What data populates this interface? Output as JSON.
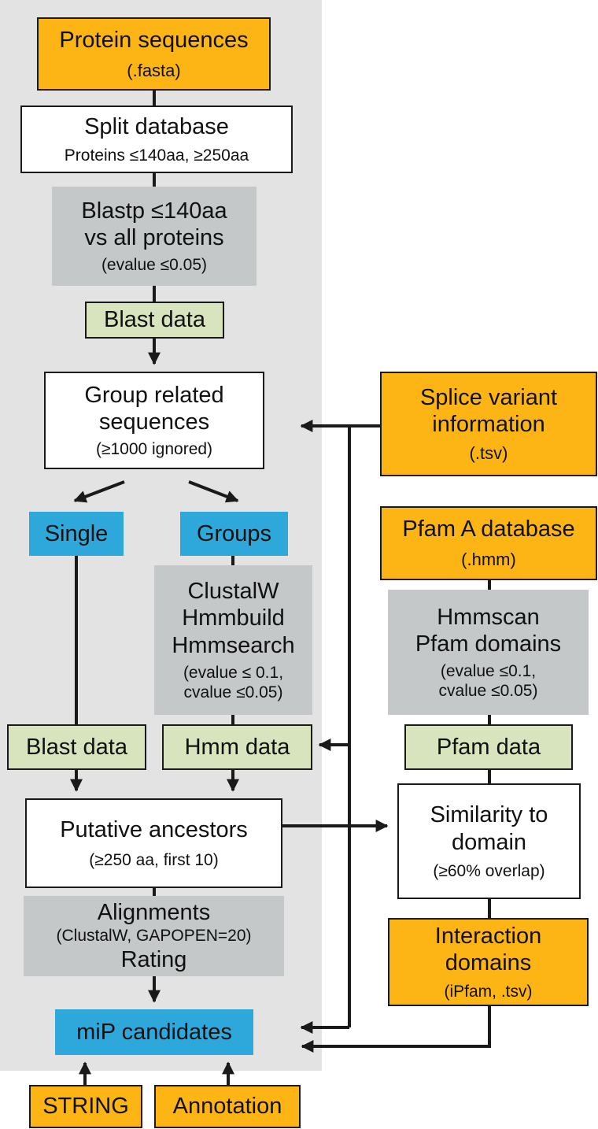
{
  "colors": {
    "panel": "#e3e3e3",
    "orange": "#fdb515",
    "gray": "#c4c8c9",
    "green": "#d7e4bd",
    "blue": "#2ea8db",
    "line": "#1a1a1a"
  },
  "nodes": {
    "protein_sequences": {
      "title": "Protein sequences",
      "sub": "(.fasta)"
    },
    "split_database": {
      "title": "Split database",
      "sub": "Proteins ≤140aa, ≥250aa"
    },
    "blastp": {
      "line1": "Blastp ≤140aa",
      "line2": "vs all proteins",
      "sub": "(evalue ≤0.05)"
    },
    "blast_data_top": {
      "title": "Blast data"
    },
    "group_related": {
      "line1": "Group related",
      "line2": "sequences",
      "sub": "(≥1000 ignored)"
    },
    "splice_variant": {
      "line1": "Splice variant",
      "line2": "information",
      "sub": "(.tsv)"
    },
    "single": {
      "title": "Single"
    },
    "groups": {
      "title": "Groups"
    },
    "pfam_a": {
      "title": "Pfam A database",
      "sub": "(.hmm)"
    },
    "clustalw": {
      "line1": "ClustalW",
      "line2": "Hmmbuild",
      "line3": "Hmmsearch",
      "sub1": "(evalue ≤ 0.1,",
      "sub2": "cvalue ≤0.05)"
    },
    "hmmscan": {
      "line1": "Hmmscan",
      "line2": "Pfam domains",
      "sub1": "(evalue ≤0.1,",
      "sub2": "cvalue ≤0.05)"
    },
    "blast_data_left": {
      "title": "Blast data"
    },
    "hmm_data": {
      "title": "Hmm data"
    },
    "pfam_data": {
      "title": "Pfam data"
    },
    "putative_ancestors": {
      "title": "Putative ancestors",
      "sub": "(≥250 aa, first 10)"
    },
    "similarity": {
      "line1": "Similarity to",
      "line2": "domain",
      "sub": "(≥60% overlap)"
    },
    "alignments": {
      "line1": "Alignments",
      "sub": "(ClustalW, GAPOPEN=20)",
      "line2": "Rating"
    },
    "interaction_domains": {
      "line1": "Interaction",
      "line2": "domains",
      "sub": "(iPfam, .tsv)"
    },
    "mip_candidates": {
      "title": "miP candidates"
    },
    "string": {
      "title": "STRING"
    },
    "annotation": {
      "title": "Annotation"
    }
  }
}
